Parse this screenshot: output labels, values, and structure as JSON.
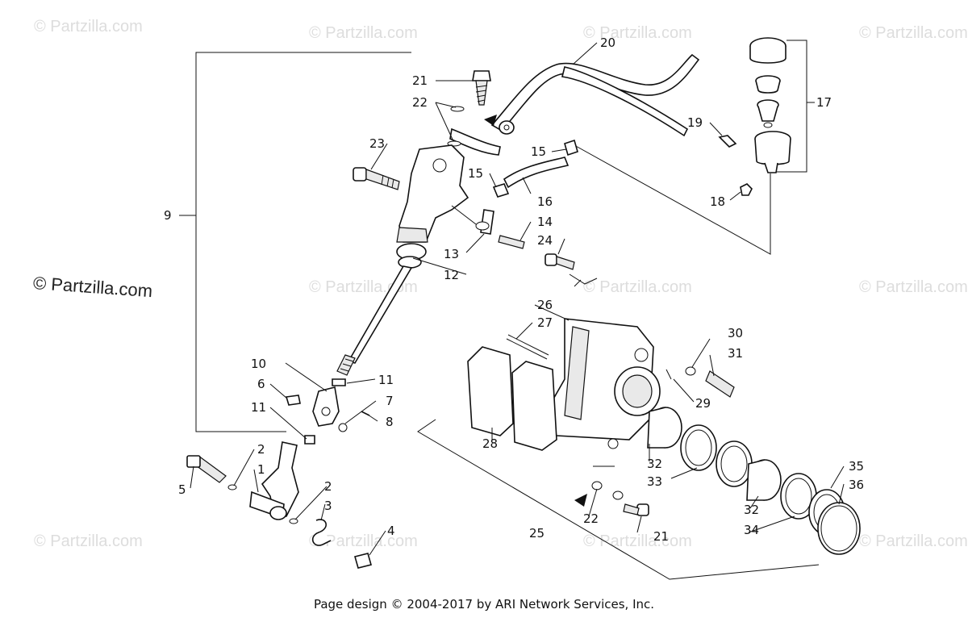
{
  "watermark": "© Partzilla.com",
  "footer": "Page design © 2004-2017 by ARI Network Services, Inc.",
  "callouts": {
    "c1": "1",
    "c2a": "2",
    "c2b": "2",
    "c3": "3",
    "c4": "4",
    "c5": "5",
    "c6": "6",
    "c7": "7",
    "c8": "8",
    "c9": "9",
    "c10": "10",
    "c11a": "11",
    "c11b": "11",
    "c12": "12",
    "c13": "13",
    "c14": "14",
    "c15a": "15",
    "c15b": "15",
    "c16": "16",
    "c17": "17",
    "c18": "18",
    "c19": "19",
    "c20": "20",
    "c21a": "21",
    "c21b": "21",
    "c22a": "22",
    "c22b": "22",
    "c23": "23",
    "c24": "24",
    "c25": "25",
    "c26": "26",
    "c27": "27",
    "c28": "28",
    "c29": "29",
    "c30": "30",
    "c31": "31",
    "c32a": "32",
    "c32b": "32",
    "c33": "33",
    "c34": "34",
    "c35": "35",
    "c36": "36"
  }
}
